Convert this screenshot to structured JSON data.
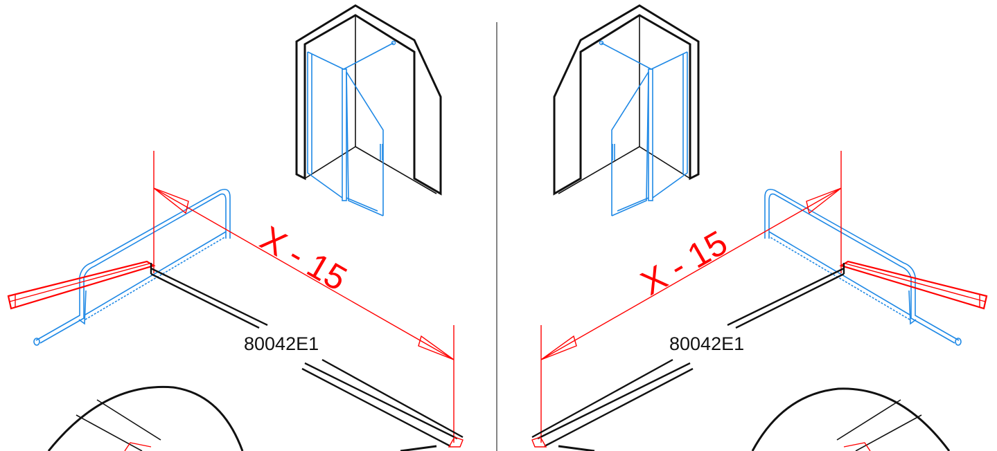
{
  "left_panel": {
    "dimension_label": "X - 15",
    "part_code": "80042E1"
  },
  "right_panel": {
    "dimension_label": "X - 15",
    "part_code": "80042E1"
  },
  "colors": {
    "dimension": "#ff0000",
    "enclosure": "#1e88e5",
    "outline": "#111111"
  }
}
